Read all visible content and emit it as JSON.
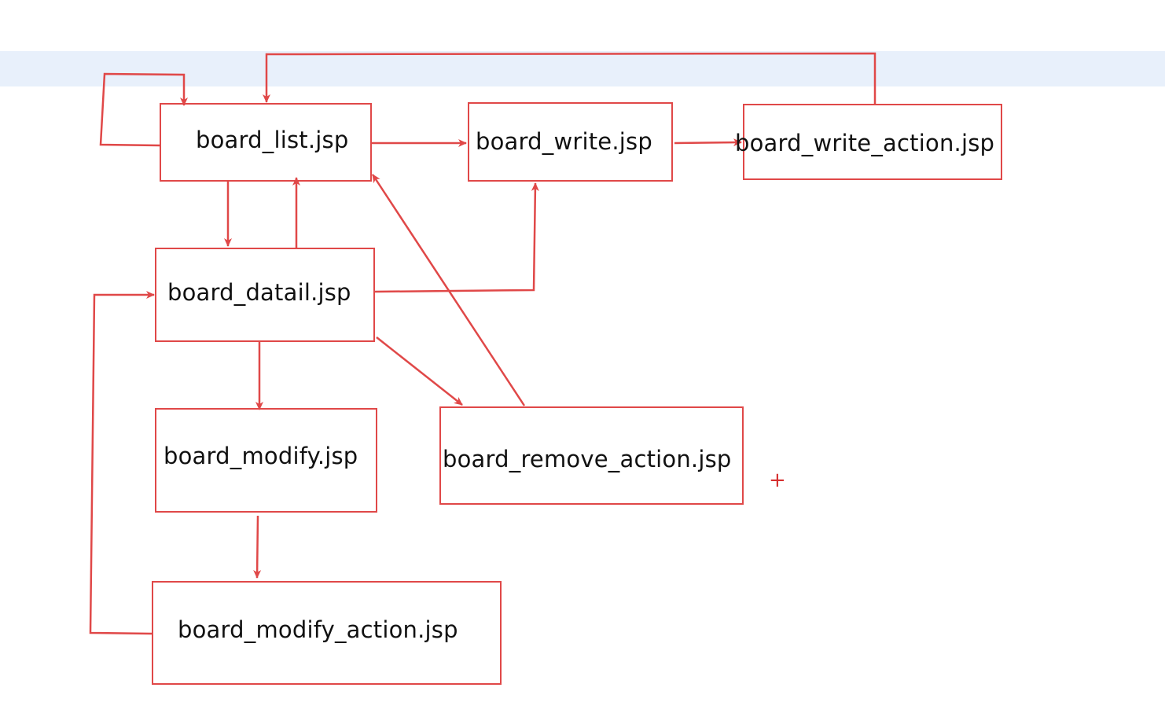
{
  "diagram": {
    "nodes": [
      {
        "id": "list",
        "label": "board_list.jsp"
      },
      {
        "id": "write",
        "label": "board_write.jsp"
      },
      {
        "id": "write_action",
        "label": "board_write_action.jsp"
      },
      {
        "id": "detail",
        "label": "board_datail.jsp"
      },
      {
        "id": "modify",
        "label": "board_modify.jsp"
      },
      {
        "id": "remove_action",
        "label": "board_remove_action.jsp"
      },
      {
        "id": "modify_action",
        "label": "board_modify_action.jsp"
      }
    ],
    "edges": [
      {
        "from": "list",
        "to": "list"
      },
      {
        "from": "list",
        "to": "write"
      },
      {
        "from": "write",
        "to": "write_action"
      },
      {
        "from": "write_action",
        "to": "list"
      },
      {
        "from": "list",
        "to": "detail"
      },
      {
        "from": "detail",
        "to": "list"
      },
      {
        "from": "detail",
        "to": "write"
      },
      {
        "from": "detail",
        "to": "modify"
      },
      {
        "from": "detail",
        "to": "remove_action"
      },
      {
        "from": "remove_action",
        "to": "list"
      },
      {
        "from": "modify",
        "to": "modify_action"
      },
      {
        "from": "modify_action",
        "to": "detail"
      }
    ],
    "edge_color": "#e04848",
    "cursor_glyph": "+"
  }
}
